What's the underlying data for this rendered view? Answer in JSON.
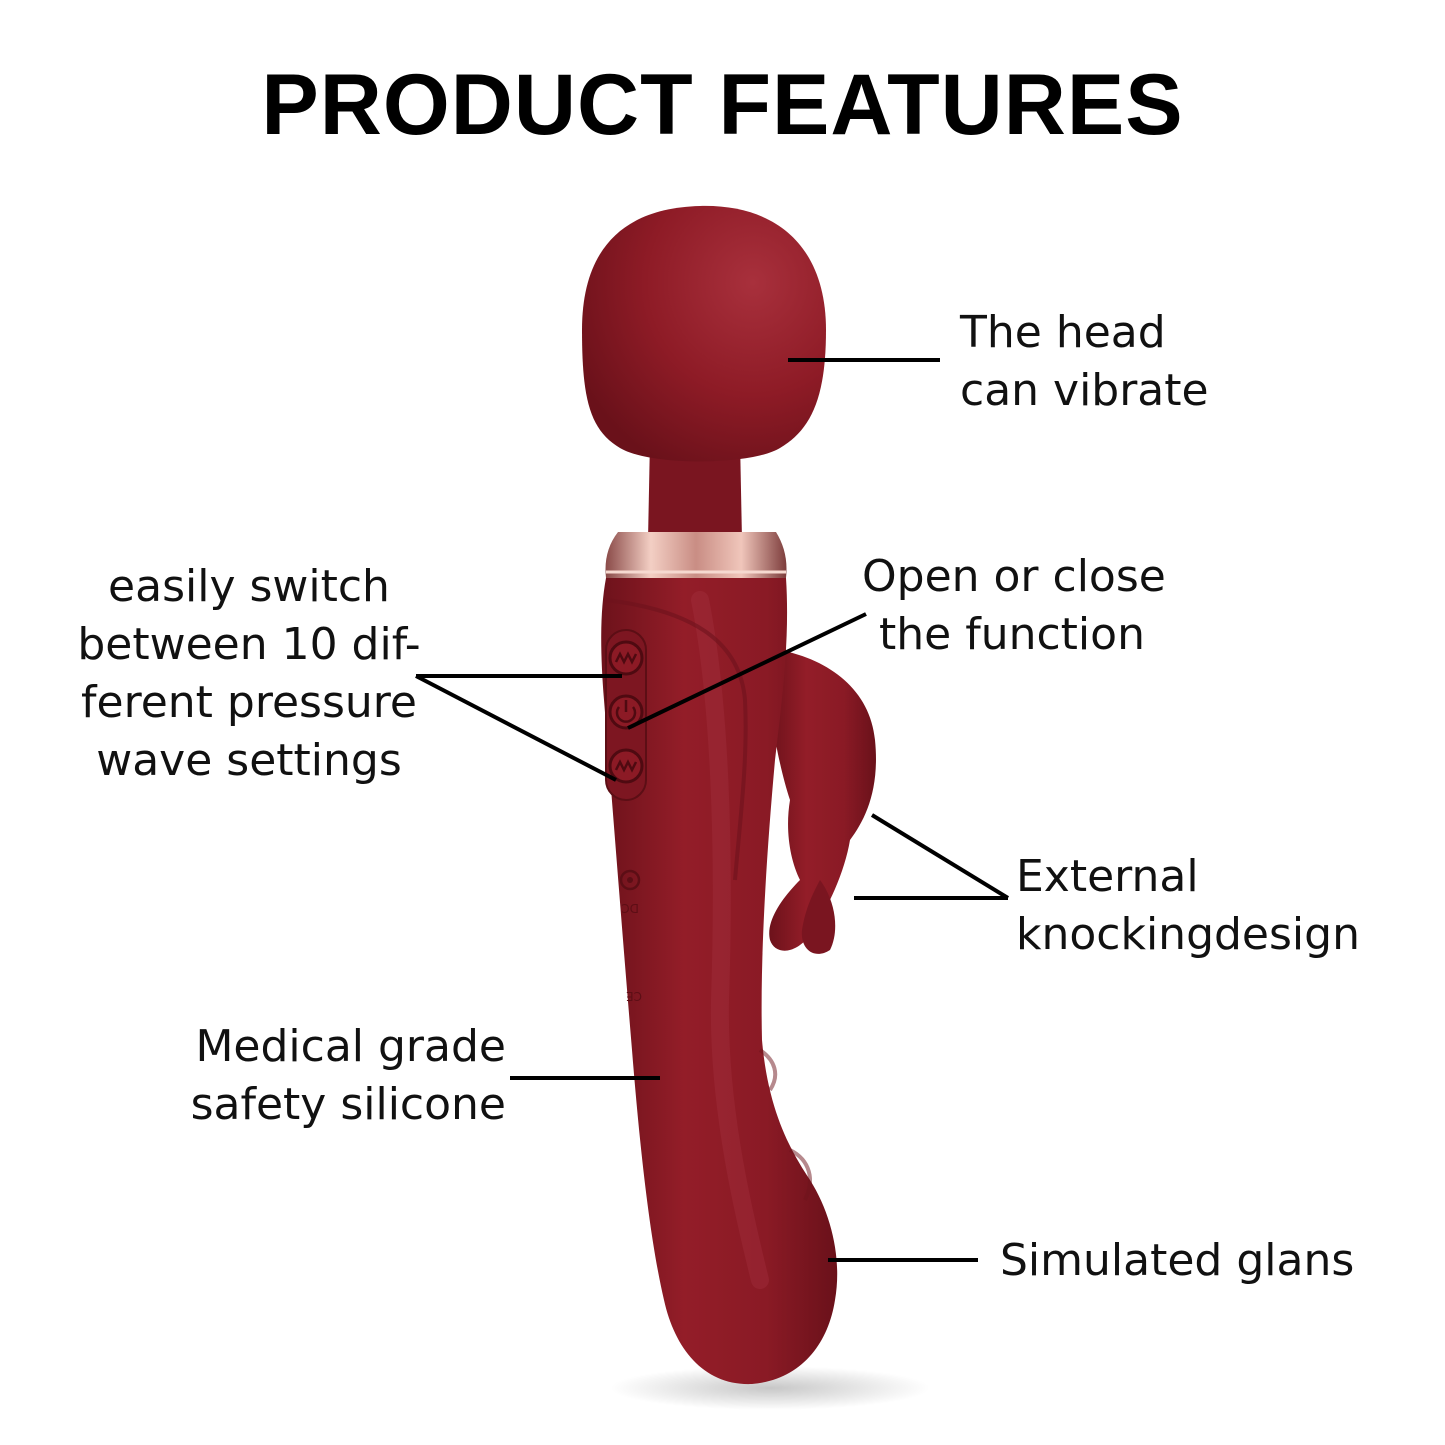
{
  "title": "PRODUCT FEATURES",
  "colors": {
    "product": "#8e1b26",
    "product_highlight": "#b23340",
    "product_shadow": "#5f0f17",
    "ring": "#e9b6aa",
    "line": "#000000"
  },
  "features": {
    "head": [
      "The head",
      "can vibrate"
    ],
    "switch": [
      "easily switch",
      "between 10 dif-",
      "ferent pressure",
      "wave settings"
    ],
    "power": [
      "Open or close",
      "the function"
    ],
    "external": [
      "External",
      "knockingdesign"
    ],
    "silicone": [
      "Medical grade",
      "safety silicone"
    ],
    "glans": [
      "Simulated glans"
    ]
  },
  "product_markings": {
    "port": "DC",
    "certification": "CE"
  }
}
